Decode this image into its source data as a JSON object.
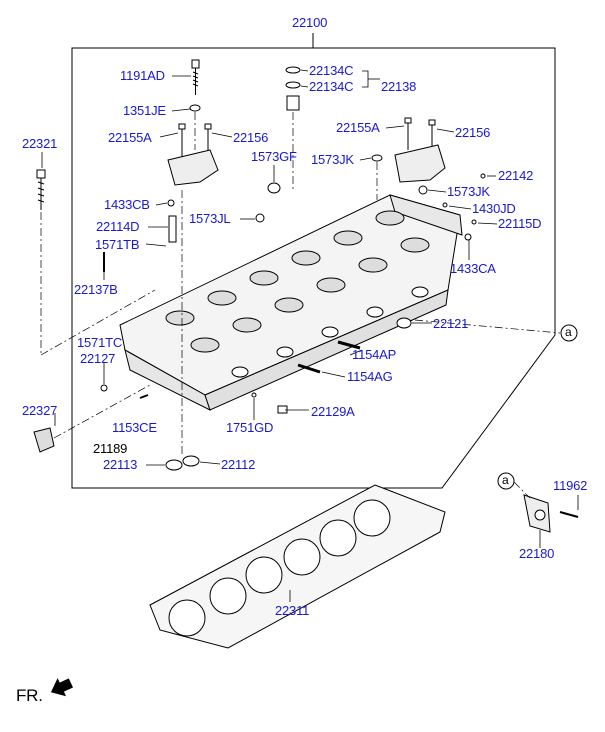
{
  "diagram": {
    "main_assembly_label": "22100",
    "callout_marker": "a",
    "front_indicator": "FR.",
    "part_labels": [
      "1191AD",
      "22134C",
      "22134C",
      "22138",
      "1351JE",
      "22155A",
      "22156",
      "22155A",
      "22156",
      "22321",
      "1573GF",
      "1573JK",
      "22142",
      "1573JK",
      "1433CB",
      "1430JD",
      "22114D",
      "1573JL",
      "22115D",
      "1571TB",
      "1433CA",
      "22137B",
      "22121",
      "1571TC",
      "22127",
      "1154AP",
      "1154AG",
      "22327",
      "1153CE",
      "22129A",
      "1751GD",
      "21189",
      "22113",
      "22112",
      "11962",
      "22180",
      "22311"
    ]
  }
}
